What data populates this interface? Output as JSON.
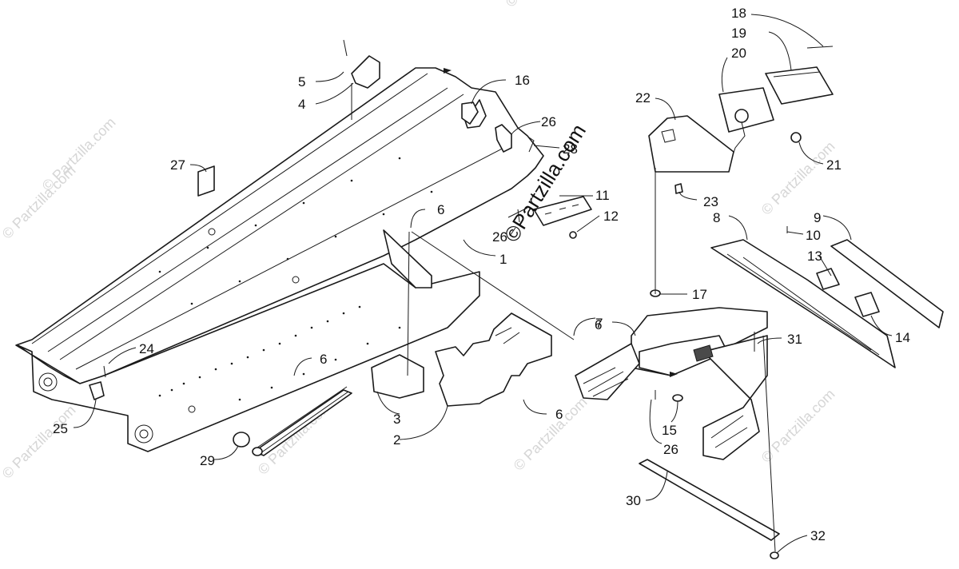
{
  "watermark": {
    "text": "© Partzilla.com",
    "center_text": "©Partzilla.com"
  },
  "callouts": {
    "c1": "1",
    "c2": "2",
    "c3": "3",
    "c4": "4",
    "c5": "5",
    "c6a": "6",
    "c6b": "6",
    "c6c": "6",
    "c6d": "6",
    "c7": "7",
    "c8": "8",
    "c9": "9",
    "c10": "10",
    "c11": "11",
    "c12": "12",
    "c13": "13",
    "c14": "14",
    "c15": "15",
    "c16": "16",
    "c17": "17",
    "c18": "18",
    "c19": "19",
    "c20": "20",
    "c21": "21",
    "c22": "22",
    "c23": "23",
    "c24": "24",
    "c25": "25",
    "c26a": "26",
    "c26b": "26",
    "c26c": "26",
    "c27": "27",
    "c28": "28",
    "c29": "29",
    "c30": "30",
    "c31": "31",
    "c32": "32"
  }
}
